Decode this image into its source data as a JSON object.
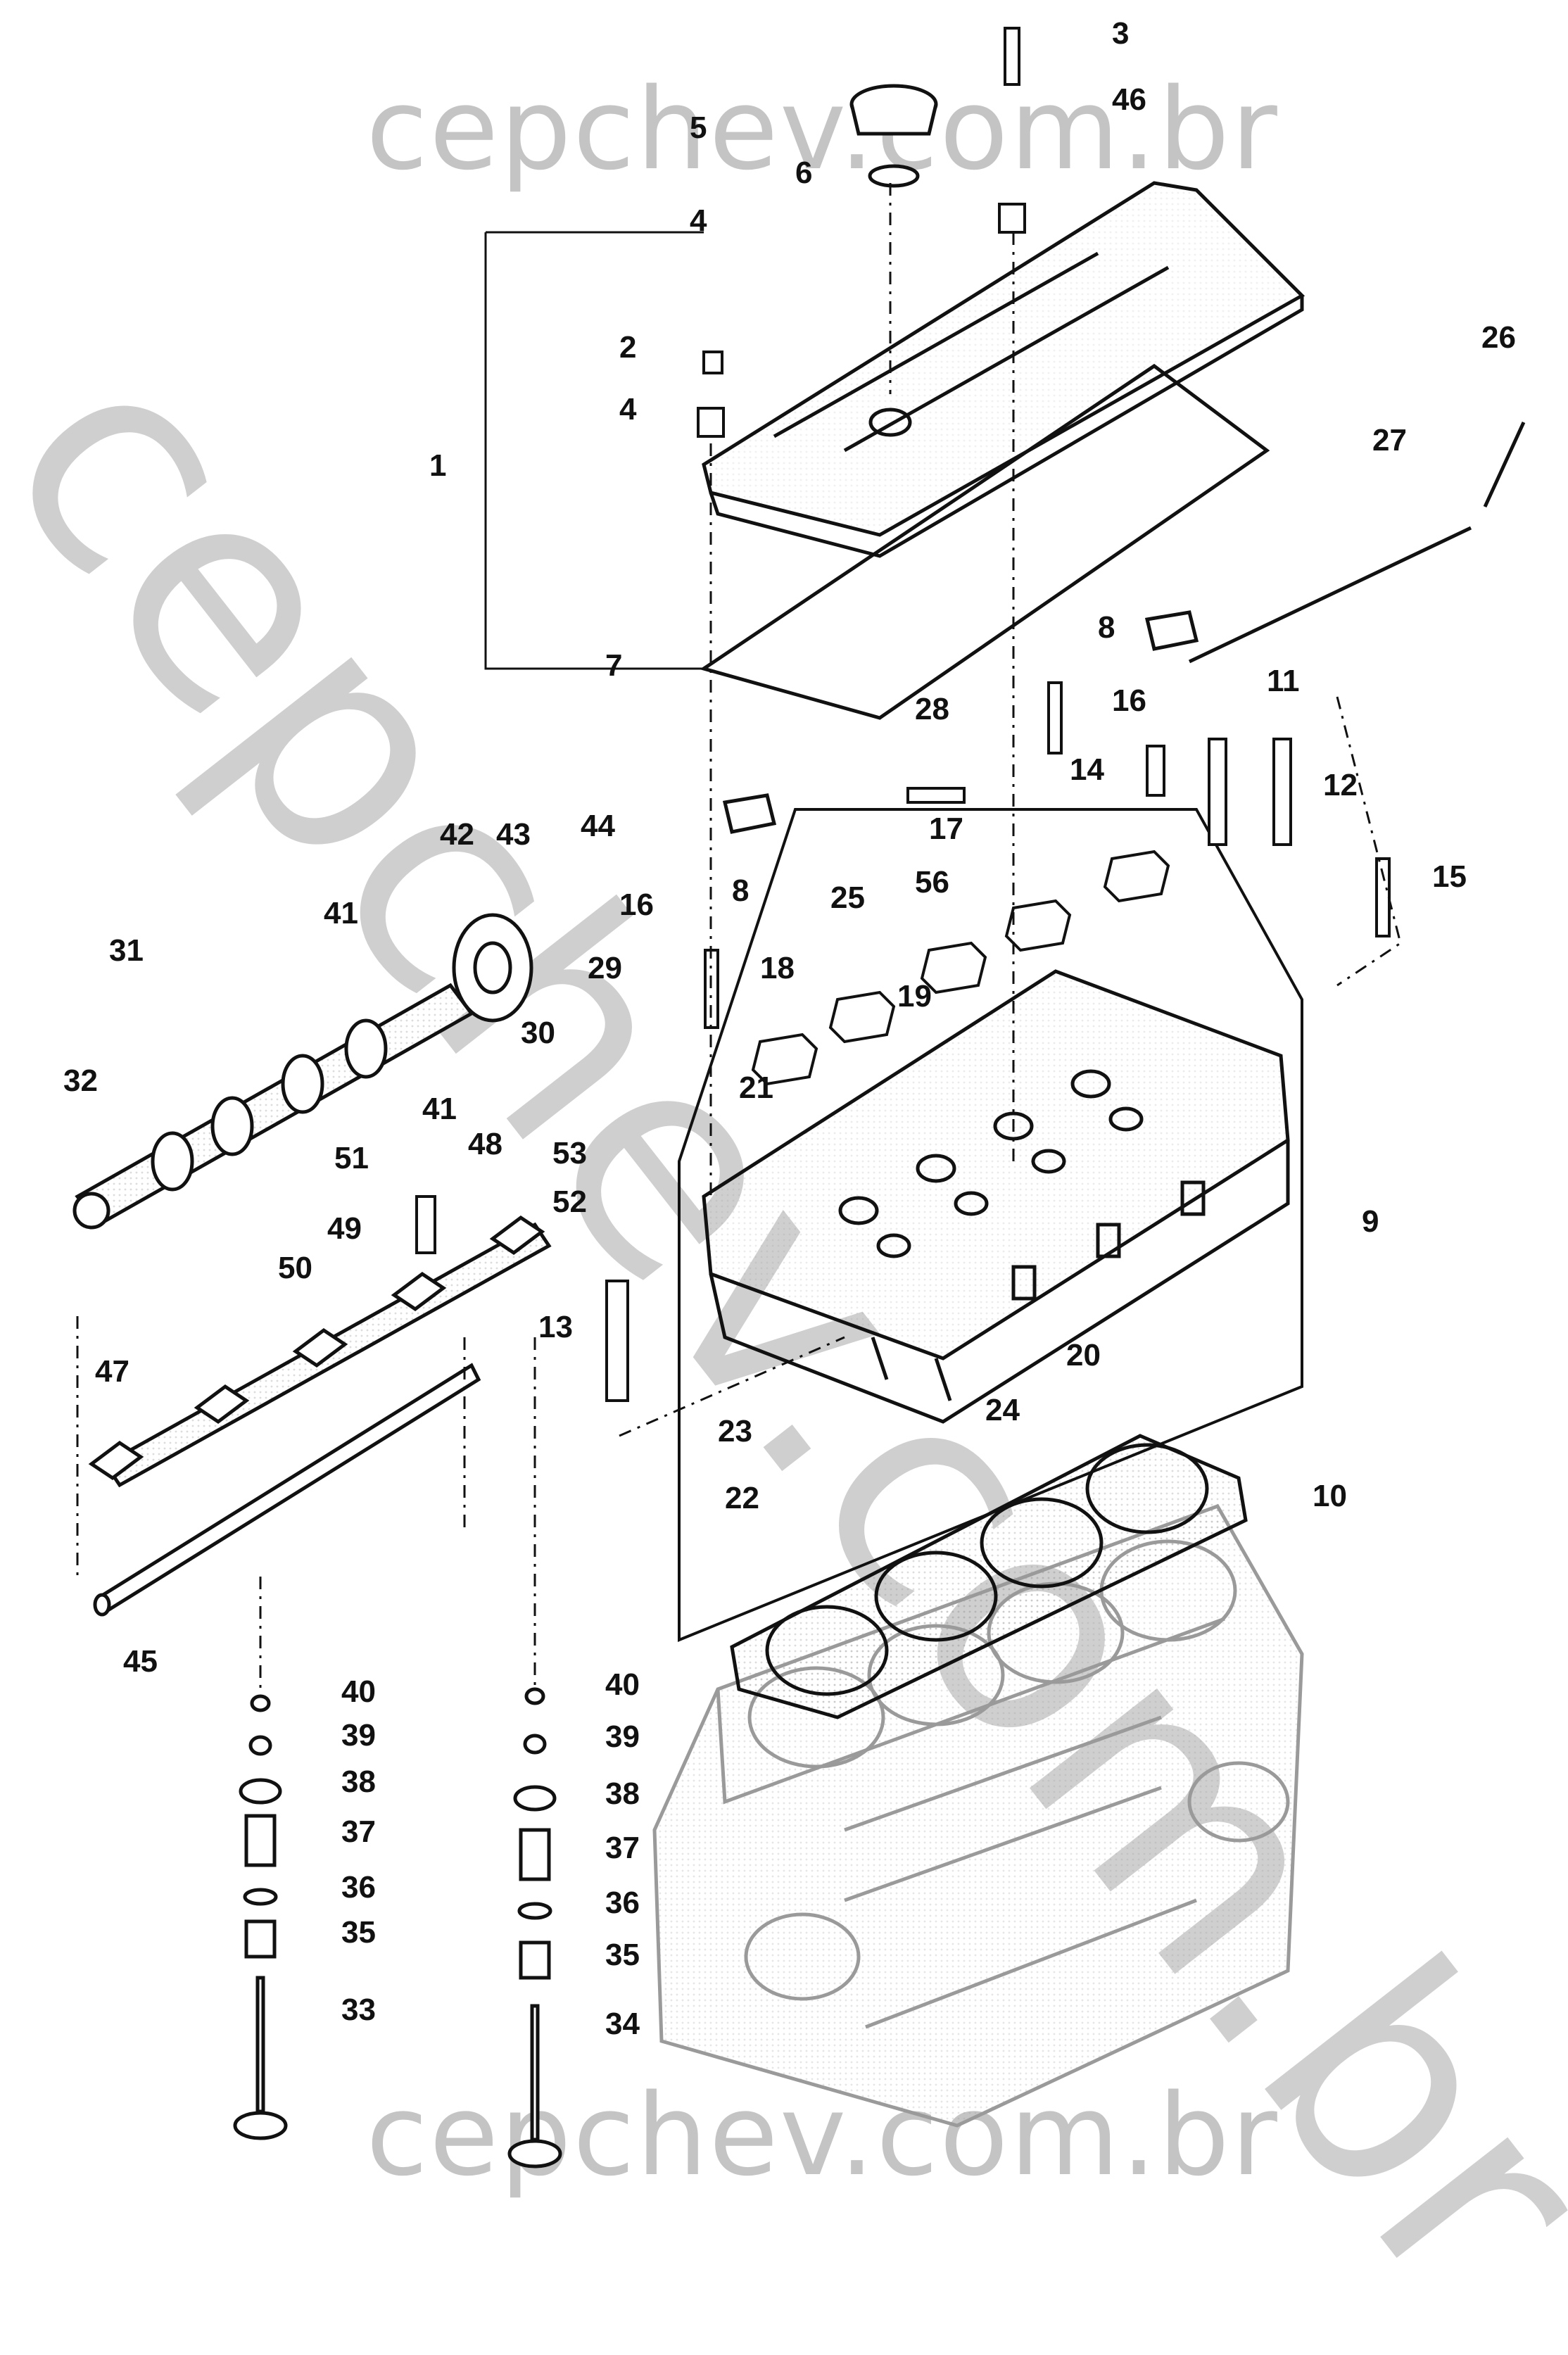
{
  "watermark": {
    "top": "cepchev.com.br",
    "diagonal": "cepchev.com.br",
    "bottom": "cepchev.com.br"
  },
  "callouts": [
    "3",
    "46",
    "5",
    "6",
    "4",
    "2",
    "4",
    "1",
    "7",
    "26",
    "27",
    "8",
    "16",
    "11",
    "28",
    "14",
    "12",
    "15",
    "8",
    "17",
    "25",
    "56",
    "16",
    "44",
    "43",
    "42",
    "41",
    "18",
    "19",
    "31",
    "29",
    "30",
    "21",
    "32",
    "41",
    "53",
    "51",
    "48",
    "52",
    "49",
    "9",
    "50",
    "13",
    "20",
    "47",
    "24",
    "23",
    "22",
    "10",
    "45",
    "40",
    "40",
    "39",
    "39",
    "38",
    "38",
    "37",
    "37",
    "36",
    "36",
    "35",
    "35",
    "33",
    "34"
  ],
  "colors": {
    "line": "#111111",
    "watermark": "#c4c4c4",
    "block": "#9a9a9a"
  }
}
